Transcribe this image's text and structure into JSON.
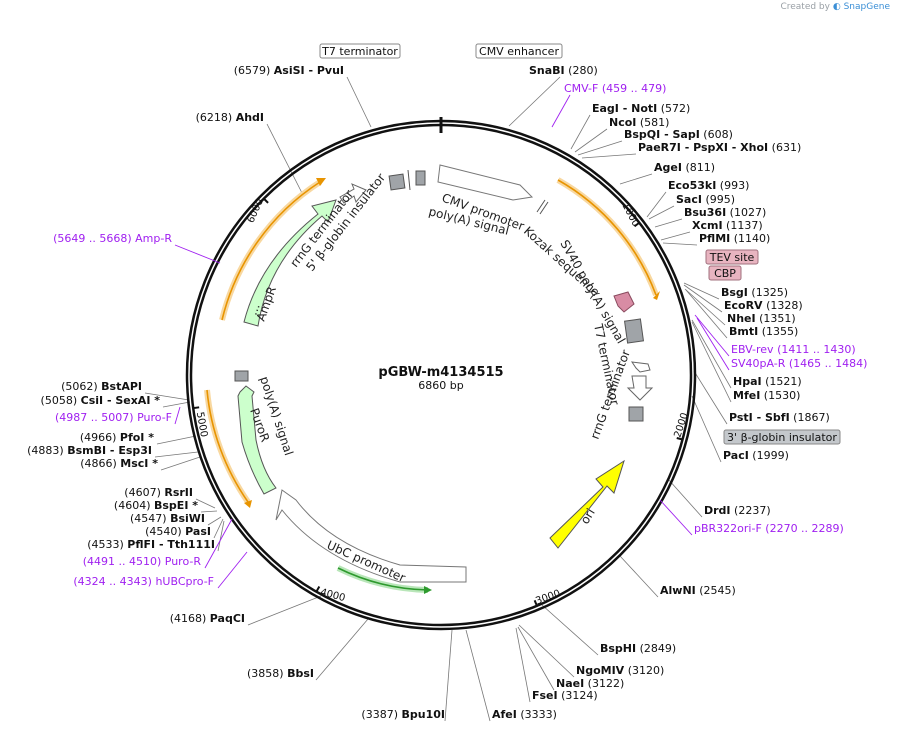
{
  "credit": {
    "created_by": "Created by",
    "brand": "SnapGene"
  },
  "plasmid": {
    "name": "pGBW-m4134515",
    "length_label": "6860 bp",
    "length": 6860
  },
  "tick_labels": [
    "1000",
    "2000",
    "3000",
    "4000",
    "5000",
    "6000"
  ],
  "boxed_labels": [
    {
      "text": "T7 terminator",
      "style": "white"
    },
    {
      "text": "CMV enhancer",
      "style": "white"
    },
    {
      "text": "TEV site",
      "style": "pink"
    },
    {
      "text": "CBP",
      "style": "pink"
    },
    {
      "text": "3' β-globin insulator",
      "style": "gray"
    }
  ],
  "sites": [
    {
      "name": "SnaBI",
      "pos": "(280)"
    },
    {
      "name": "EagI - NotI",
      "pos": "(572)"
    },
    {
      "name": "NcoI",
      "pos": "(581)"
    },
    {
      "name": "BspQI - SapI",
      "pos": "(608)"
    },
    {
      "name": "PaeR7I - PspXI - XhoI",
      "pos": "(631)"
    },
    {
      "name": "AgeI",
      "pos": "(811)"
    },
    {
      "name": "Eco53kI",
      "pos": "(993)"
    },
    {
      "name": "SacI",
      "pos": "(995)"
    },
    {
      "name": "Bsu36I",
      "pos": "(1027)"
    },
    {
      "name": "XcmI",
      "pos": "(1137)"
    },
    {
      "name": "PflMI",
      "pos": "(1140)"
    },
    {
      "name": "BsgI",
      "pos": "(1325)"
    },
    {
      "name": "EcoRV",
      "pos": "(1328)"
    },
    {
      "name": "NheI",
      "pos": "(1351)"
    },
    {
      "name": "BmtI",
      "pos": "(1355)"
    },
    {
      "name": "HpaI",
      "pos": "(1521)"
    },
    {
      "name": "MfeI",
      "pos": "(1530)"
    },
    {
      "name": "PstI - SbfI",
      "pos": "(1867)"
    },
    {
      "name": "PacI",
      "pos": "(1999)"
    },
    {
      "name": "DrdI",
      "pos": "(2237)"
    },
    {
      "name": "AlwNI",
      "pos": "(2545)"
    },
    {
      "name": "BspHI",
      "pos": "(2849)"
    },
    {
      "name": "NgoMIV",
      "pos": "(3120)"
    },
    {
      "name": "NaeI",
      "pos": "(3122)"
    },
    {
      "name": "FseI",
      "pos": "(3124)"
    },
    {
      "name": "AfeI",
      "pos": "(3333)"
    },
    {
      "name": "Bpu10I",
      "pos": "(3387)"
    },
    {
      "name": "BbsI",
      "pos": "(3858)"
    },
    {
      "name": "PaqCI",
      "pos": "(4168)"
    },
    {
      "name": "PflFI - Tth111I",
      "pos": "(4533)"
    },
    {
      "name": "PasI",
      "pos": "(4540)"
    },
    {
      "name": "BsiWI",
      "pos": "(4547)"
    },
    {
      "name": "BspEI *",
      "pos": "(4604)"
    },
    {
      "name": "RsrII",
      "pos": "(4607)"
    },
    {
      "name": "MscI *",
      "pos": "(4866)"
    },
    {
      "name": "BsmBI - Esp3I",
      "pos": "(4883)"
    },
    {
      "name": "PfoI *",
      "pos": "(4966)"
    },
    {
      "name": "CsiI - SexAI *",
      "pos": "(5058)"
    },
    {
      "name": "BstAPI",
      "pos": "(5062)"
    },
    {
      "name": "AhdI",
      "pos": "(6218)"
    },
    {
      "name": "AsiSI - PvuI",
      "pos": "(6579)"
    }
  ],
  "primers": [
    {
      "name": "CMV-F",
      "range": "(459 .. 479)"
    },
    {
      "name": "EBV-rev",
      "range": "(1411 .. 1430)"
    },
    {
      "name": "SV40pA-R",
      "range": "(1465 .. 1484)"
    },
    {
      "name": "pBR322ori-F",
      "range": "(2270 .. 2289)"
    },
    {
      "name": "Puro-R",
      "range": "(4491 .. 4510)"
    },
    {
      "name": "hUBCpro-F",
      "range": "(4324 .. 4343)"
    },
    {
      "name": "Puro-F",
      "range": "(4987 .. 5007)"
    },
    {
      "name": "Amp-R",
      "range": "(5649 .. 5668)"
    }
  ],
  "features": [
    "CMV promoter",
    "poly(A) signal",
    "Kozak sequence",
    "SV40 poly(A) signal",
    "T7 terminator",
    "rrnG terminator",
    "ori",
    "UbC promoter",
    "PuroR",
    "poly(A) signal",
    "AmpR",
    "rrnG terminator",
    "5' β-globin insulator",
    "..."
  ],
  "colors": {
    "backbone": "#111111",
    "primer": "#a020f0",
    "orf_arrow": "#ccffcc",
    "ori": "#ffff00",
    "orange_orf": "#f2a000",
    "green_promoter": "#2e9a2e",
    "tag_pink": "#e8b4c0",
    "gray_box": "#a0a4a8"
  }
}
